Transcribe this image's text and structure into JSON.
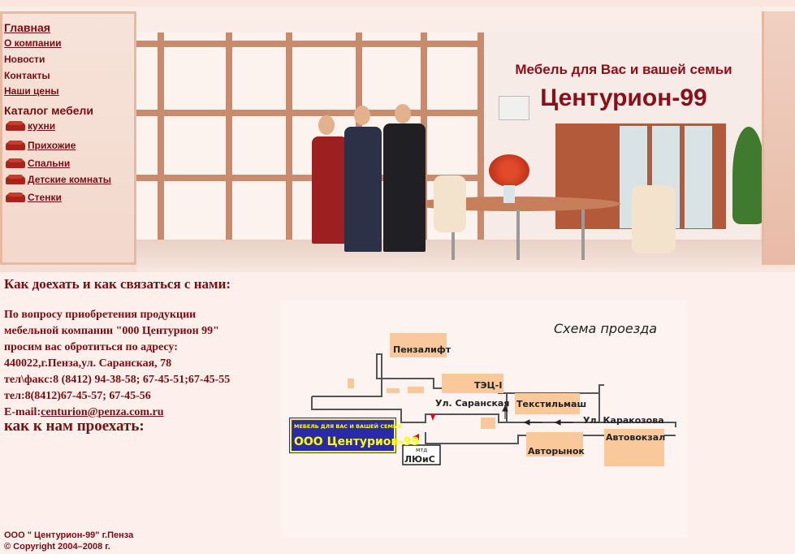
{
  "nav": {
    "main": [
      {
        "label": "Главная"
      },
      {
        "label": "О компании"
      },
      {
        "label": "Новости"
      },
      {
        "label": "Контакты"
      },
      {
        "label": "Наши цены"
      }
    ],
    "catalog_title": "Каталог мебели",
    "catalog": [
      {
        "label": "кухни",
        "icon": "sofa-icon"
      },
      {
        "label": "Прихожие",
        "icon": "sofa-icon"
      },
      {
        "label": "Спальни",
        "icon": "sofa-icon"
      },
      {
        "label": "Детские комнаты",
        "icon": "sofa-icon"
      },
      {
        "label": "Стенки",
        "icon": "sofa-icon"
      }
    ]
  },
  "hero": {
    "slogan": "Мебель для Вас и вашей семьи",
    "brand": "Центурион-99"
  },
  "contacts": {
    "heading": "Как доехать и как связаться с нами:",
    "lines": [
      "По вопросу приобретения продукции",
      "мебельной компании \"000 Центурион 99\"",
      "просим вас обротиться по адресу:",
      "440022,г.Пенза,ул. Саранская, 78",
      "тел\\факс:8 (8412) 94-38-58; 67-45-51;67-45-55",
      "тел:8(8412)67-45-57; 67-45-56"
    ],
    "email_label": "E-mail:",
    "email": "centurion@penza.com.ru",
    "route_heading": "как к нам проехать:"
  },
  "map": {
    "title": "Схема проезда",
    "labels": {
      "penzalift": "Пензалифт",
      "tec": "ТЭЦ-I",
      "street_saranskaya": "Ул. Саранская",
      "textilmash": "Текстильмаш",
      "street_karakozova": "Ул. Каракозова",
      "avtorynok": "Авторынок",
      "avtovokzal": "Автовокзал",
      "mtd": "мтд",
      "luis": "ЛЮиС",
      "badge_slogan": "МЕБЕЛЬ ДЛЯ ВАС И ВАШЕЙ СЕМЬИ",
      "badge_brand": "ООО Центурион-99"
    },
    "colors": {
      "building": "#f9c89b",
      "badge_bg": "#2a2aa8",
      "badge_text": "#ffff00",
      "marker": "#e0001a"
    }
  },
  "footer": {
    "company": "ООО \" Центурион-99\" г.Пенза",
    "copyright": "© Copyright 2004–2008 г."
  },
  "theme": {
    "accent": "#7a0d12",
    "background": "#fdf0ec"
  }
}
